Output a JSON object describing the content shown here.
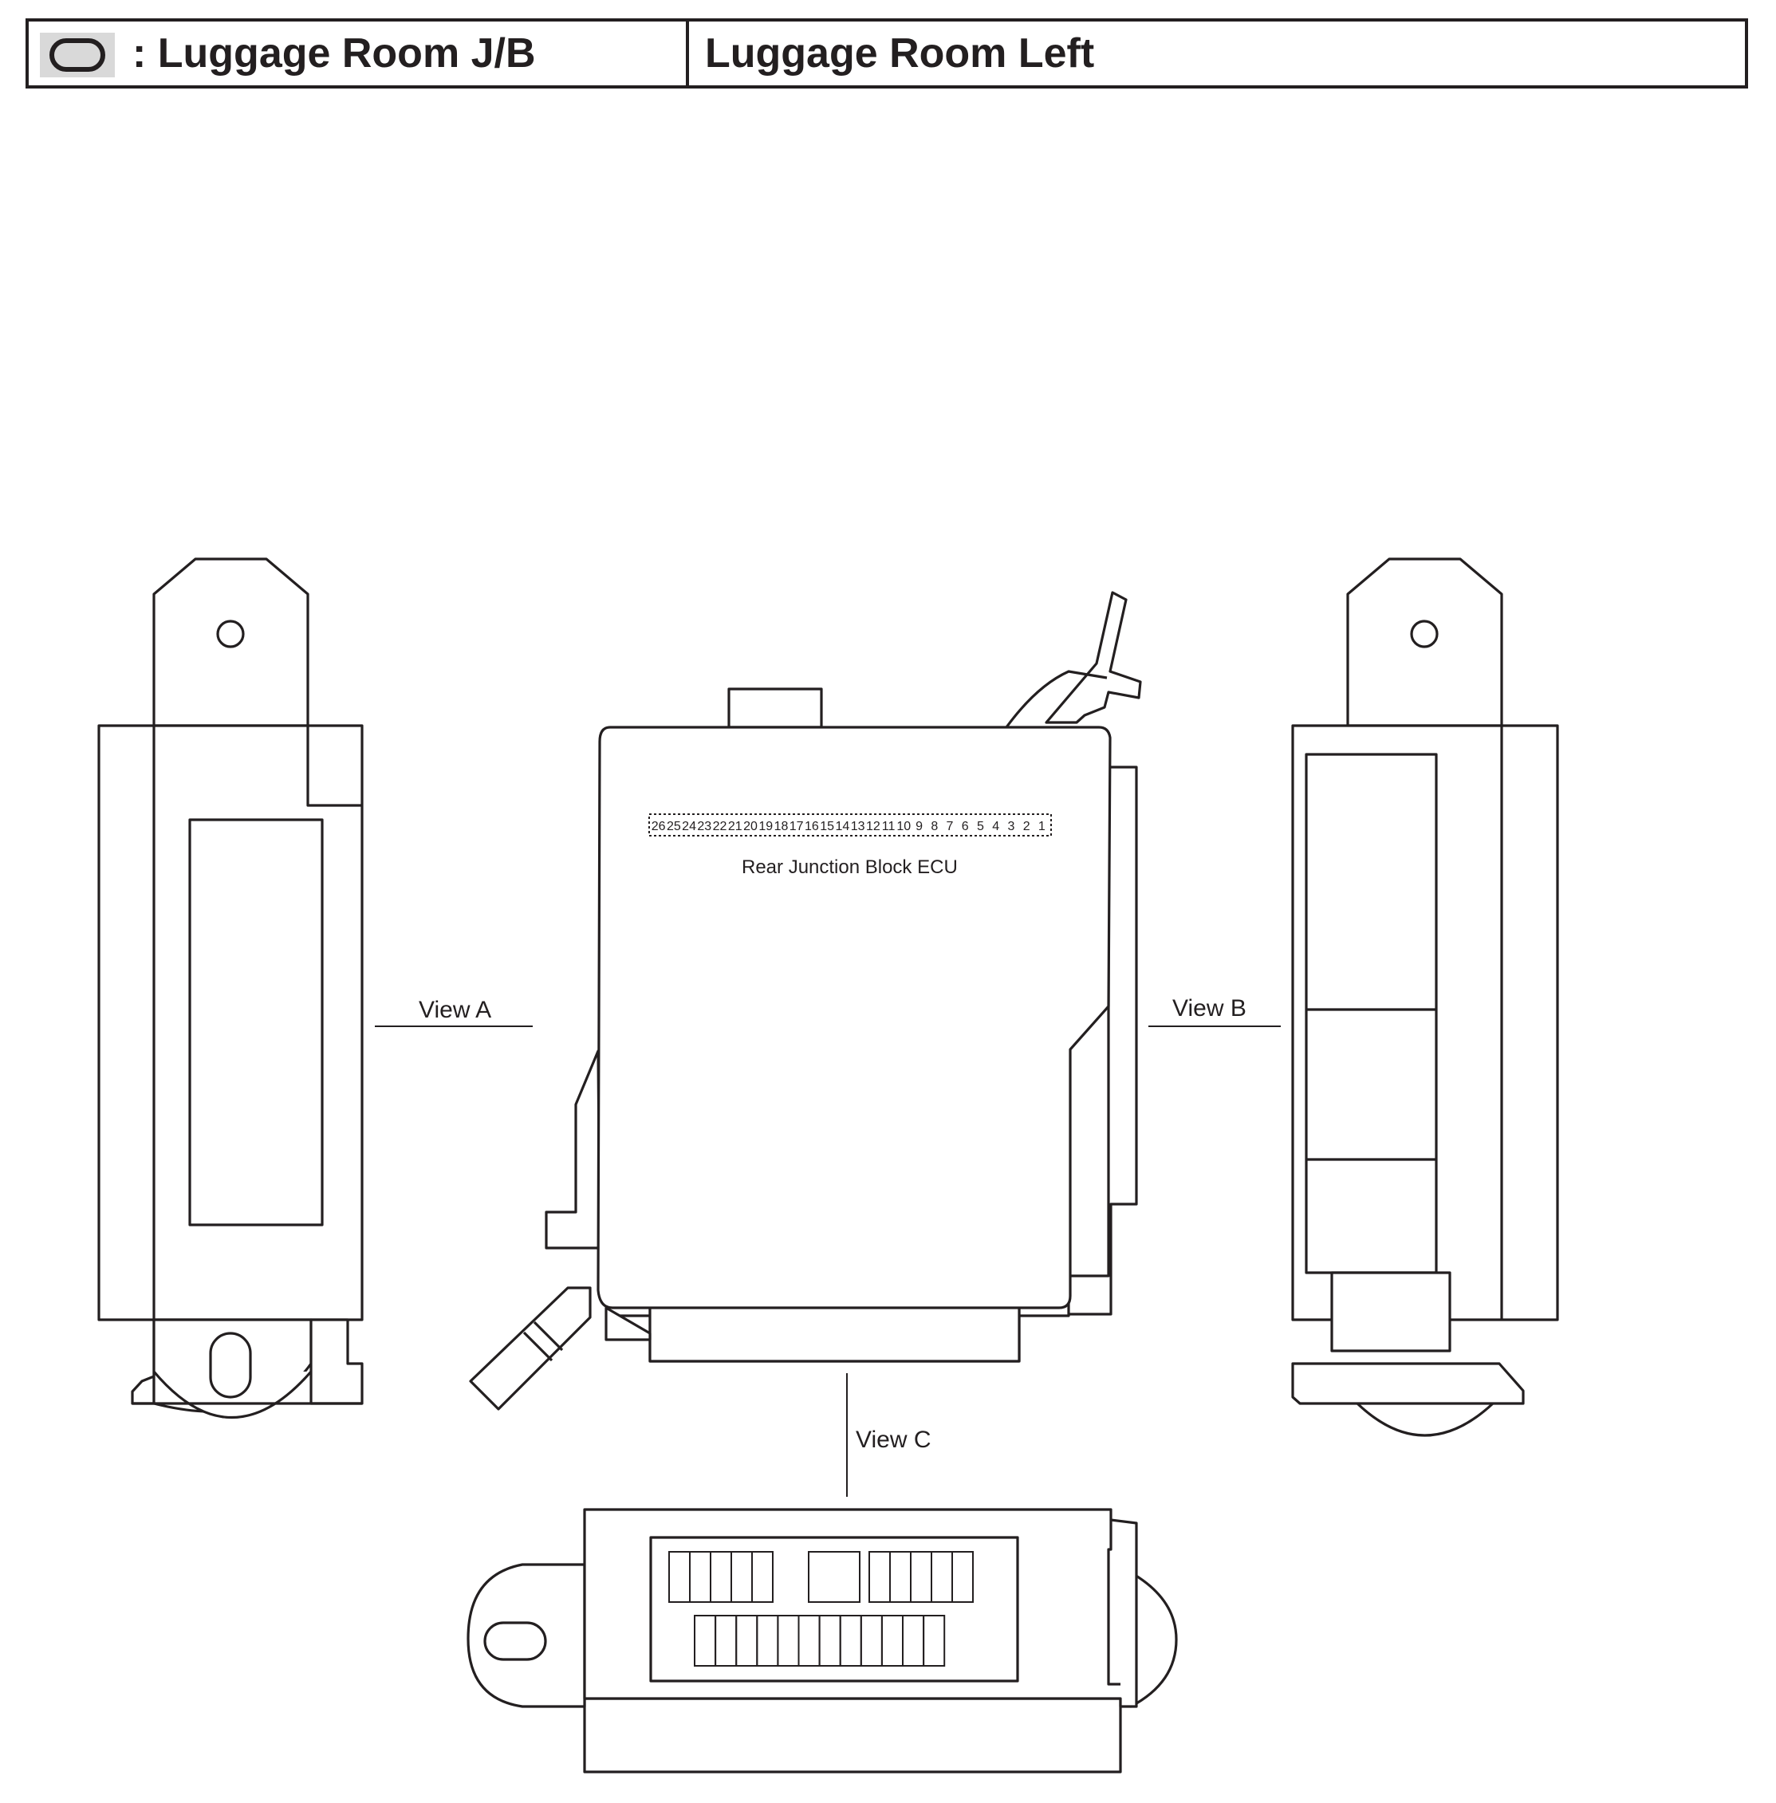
{
  "header": {
    "location_name": ": Luggage Room J/B",
    "location_area": "Luggage Room Left",
    "symbol_icon": "rounded-rectangle-outline-icon"
  },
  "component": {
    "name": "Rear Junction Block ECU",
    "connector_pins": [
      "26",
      "25",
      "24",
      "23",
      "22",
      "21",
      "20",
      "19",
      "18",
      "17",
      "16",
      "15",
      "14",
      "13",
      "12",
      "11",
      "10",
      "9",
      "8",
      "7",
      "6",
      "5",
      "4",
      "3",
      "2",
      "1"
    ]
  },
  "views": {
    "a": "View A",
    "b": "View B",
    "c": "View C"
  },
  "colors": {
    "line": "#231f20",
    "symbol_fill": "#d9d9d9"
  }
}
